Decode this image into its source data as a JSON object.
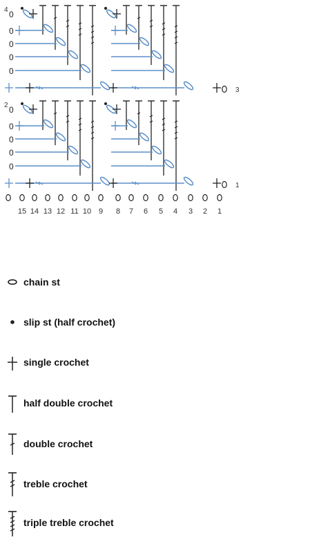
{
  "chart": {
    "row_numbers_left": [
      "4",
      "2"
    ],
    "row_numbers_right": [
      "3",
      "1"
    ],
    "column_numbers": [
      "15",
      "14",
      "13",
      "12",
      "11",
      "10",
      "9",
      "8",
      "7",
      "6",
      "5",
      "4",
      "3",
      "2",
      "1"
    ],
    "colors": {
      "blue": "#5b8fc9",
      "ink": "#222222",
      "label": "#333333"
    }
  },
  "legend": [
    {
      "symbol": "chain-st-icon",
      "label": "chain st"
    },
    {
      "symbol": "slip-st-icon",
      "label": "slip st (half crochet)"
    },
    {
      "symbol": "single-crochet-icon",
      "label": "single crochet"
    },
    {
      "symbol": "half-double-crochet-icon",
      "label": "half double crochet"
    },
    {
      "symbol": "double-crochet-icon",
      "label": "double crochet"
    },
    {
      "symbol": "treble-crochet-icon",
      "label": "treble crochet"
    },
    {
      "symbol": "triple-treble-crochet-icon",
      "label": "triple treble crochet"
    }
  ]
}
